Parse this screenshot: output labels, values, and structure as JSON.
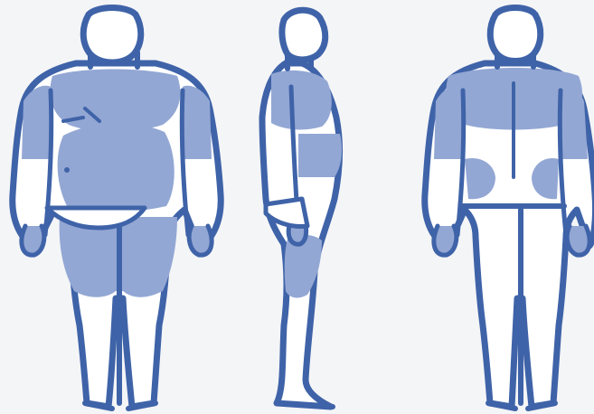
{
  "colors": {
    "background": "#f4f5f7",
    "outline": "#3f63a8",
    "fat_fill": "#93a7d4",
    "skin": "#ffffff"
  },
  "figures": [
    {
      "view": "front",
      "fat_areas": [
        "chest",
        "abdomen",
        "upper-arms",
        "hips-thighs"
      ]
    },
    {
      "view": "side",
      "fat_areas": [
        "chest",
        "upper-arm",
        "buttocks-thigh"
      ]
    },
    {
      "view": "back",
      "fat_areas": [
        "upper-back",
        "upper-arms",
        "flanks"
      ]
    }
  ]
}
